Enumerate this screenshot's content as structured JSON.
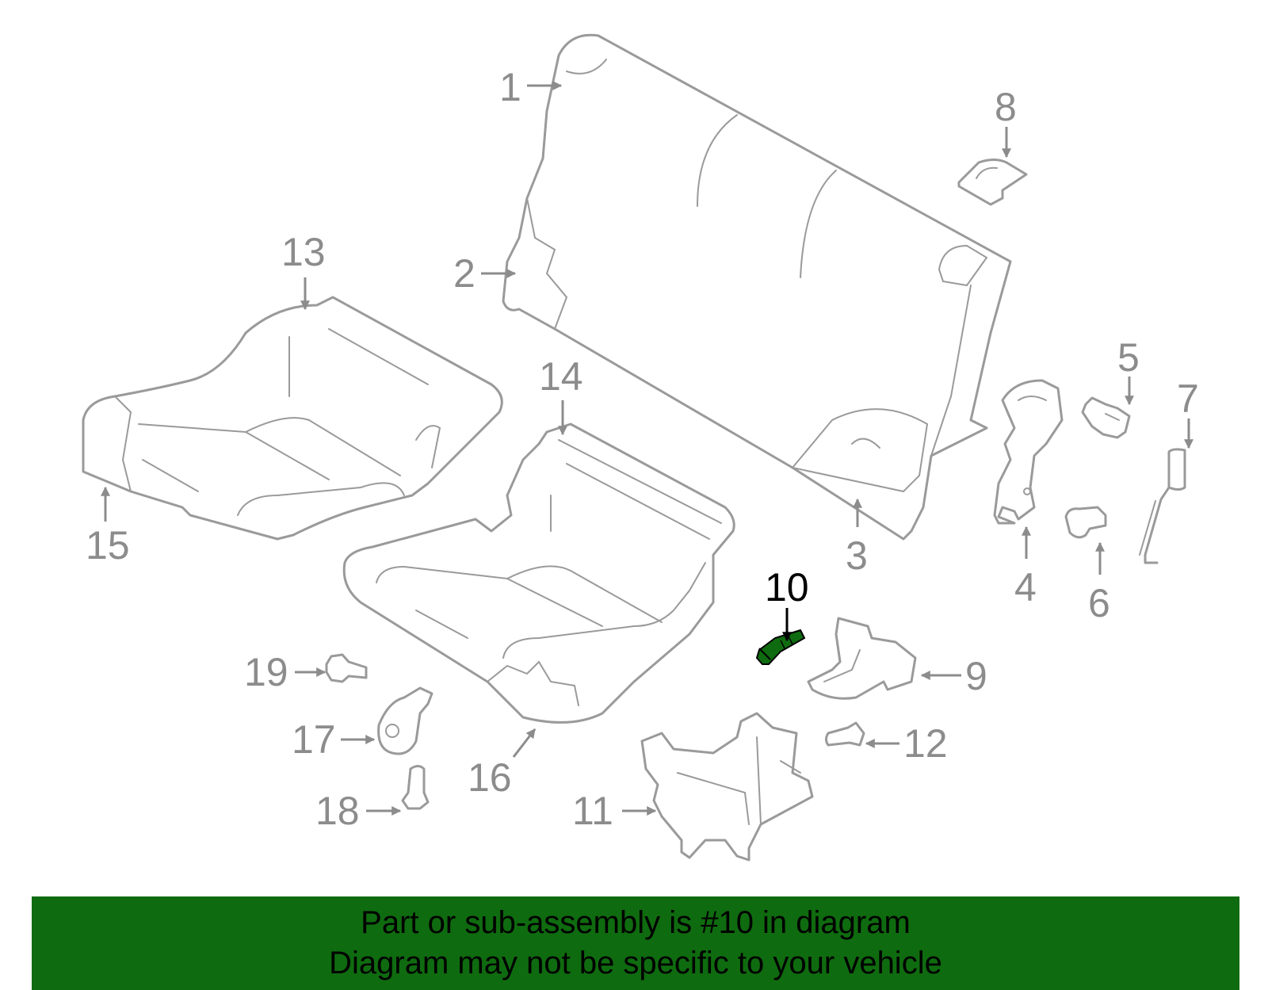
{
  "highlight_color": "#0f6b0f",
  "part_color": "#9a9a9a",
  "highlighted_callout": "10",
  "callouts": {
    "c1": "1",
    "c2": "2",
    "c3": "3",
    "c4": "4",
    "c5": "5",
    "c6": "6",
    "c7": "7",
    "c8": "8",
    "c9": "9",
    "c10": "10",
    "c11": "11",
    "c12": "12",
    "c13": "13",
    "c14": "14",
    "c15": "15",
    "c16": "16",
    "c17": "17",
    "c18": "18",
    "c19": "19"
  },
  "banner": {
    "line1": "Part or sub-assembly is #10 in diagram",
    "line2": "Diagram may not be specific to your vehicle"
  }
}
